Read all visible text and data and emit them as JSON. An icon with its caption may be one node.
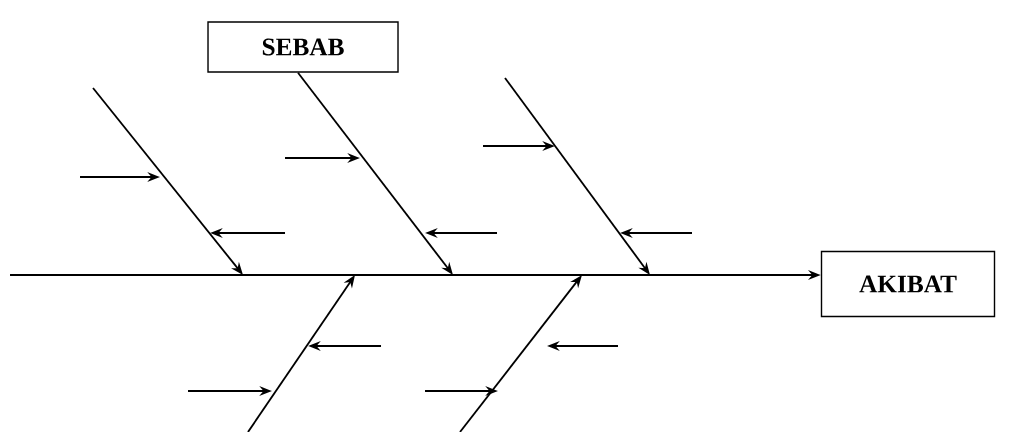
{
  "diagram": {
    "nodes": [
      {
        "text": [
          "SEBAB"
        ]
      },
      {
        "text": [
          "AKIBAT"
        ]
      }
    ],
    "edges": [
      {
        "from": null,
        "to": 1,
        "arrow": "to"
      },
      {
        "from": 0,
        "to": null,
        "arrow": "to"
      }
    ]
  }
}
